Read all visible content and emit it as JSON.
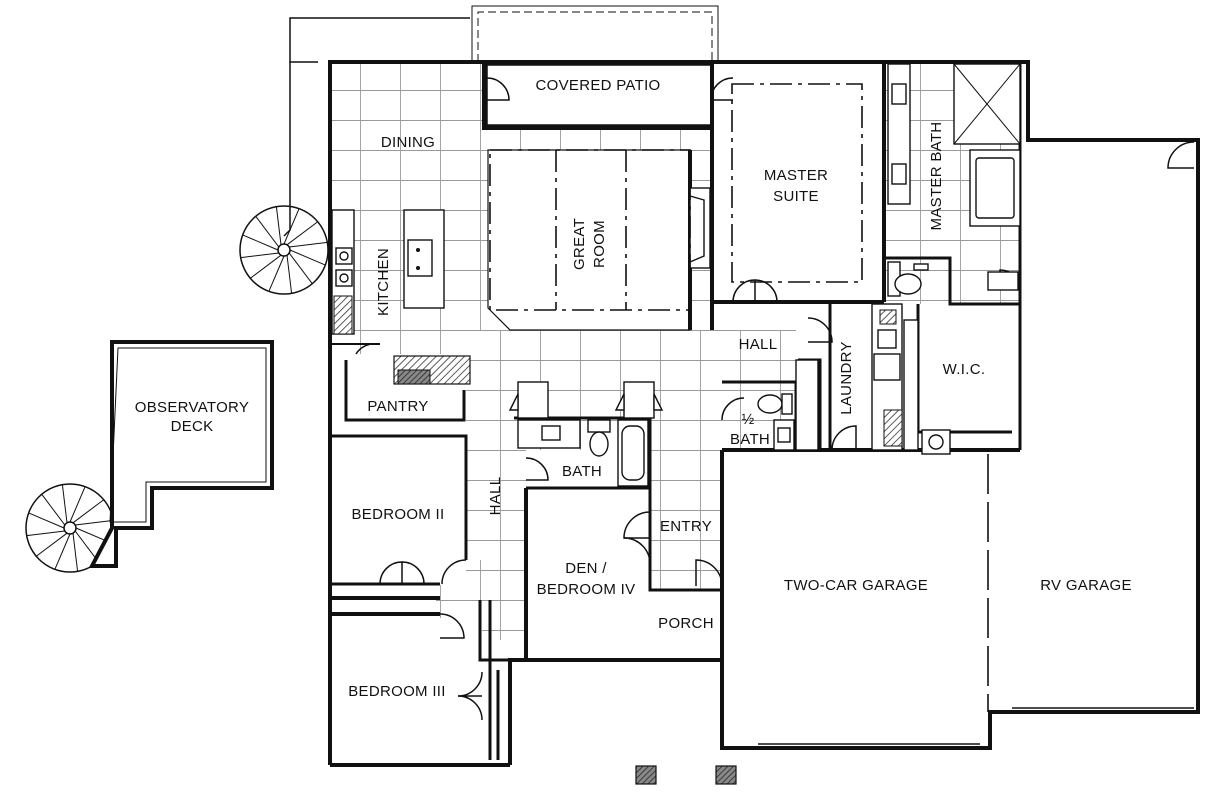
{
  "rooms": {
    "covered_patio": "COVERED PATIO",
    "dining": "DINING",
    "kitchen": "KITCHEN",
    "great_room_line1": "GREAT",
    "great_room_line2": "ROOM",
    "master_suite_line1": "MASTER",
    "master_suite_line2": "SUITE",
    "master_bath": "MASTER BATH",
    "hall_upper": "HALL",
    "laundry": "LAUNDRY",
    "wic": "W.I.C.",
    "pantry": "PANTRY",
    "bath": "BATH",
    "half_bath_fraction": "½",
    "half_bath_word": "BATH",
    "hall_lower": "HALL",
    "entry": "ENTRY",
    "den_line1": "DEN /",
    "den_line2": "BEDROOM IV",
    "porch": "PORCH",
    "bedroom_2": "BEDROOM II",
    "bedroom_3": "BEDROOM III",
    "two_car_garage": "TWO-CAR GARAGE",
    "rv_garage": "RV GARAGE",
    "observatory_line1": "OBSERVATORY",
    "observatory_line2": "DECK"
  },
  "colors": {
    "line": "#111111",
    "tile": "#9a9a9a",
    "background": "#ffffff",
    "hatch": "#333333"
  }
}
